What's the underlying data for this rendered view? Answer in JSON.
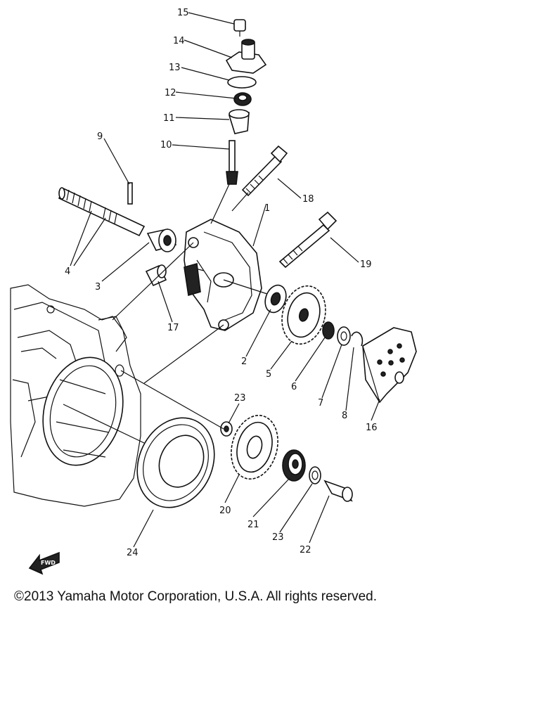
{
  "copyright": "©2013 Yamaha Motor Corporation, U.S.A. All rights reserved.",
  "direction_label": "FWD",
  "callouts": [
    "1",
    "2",
    "3",
    "4",
    "5",
    "6",
    "7",
    "8",
    "9",
    "10",
    "11",
    "12",
    "13",
    "14",
    "15",
    "16",
    "17",
    "18",
    "19",
    "20",
    "21",
    "22",
    "23",
    "23",
    "24"
  ]
}
